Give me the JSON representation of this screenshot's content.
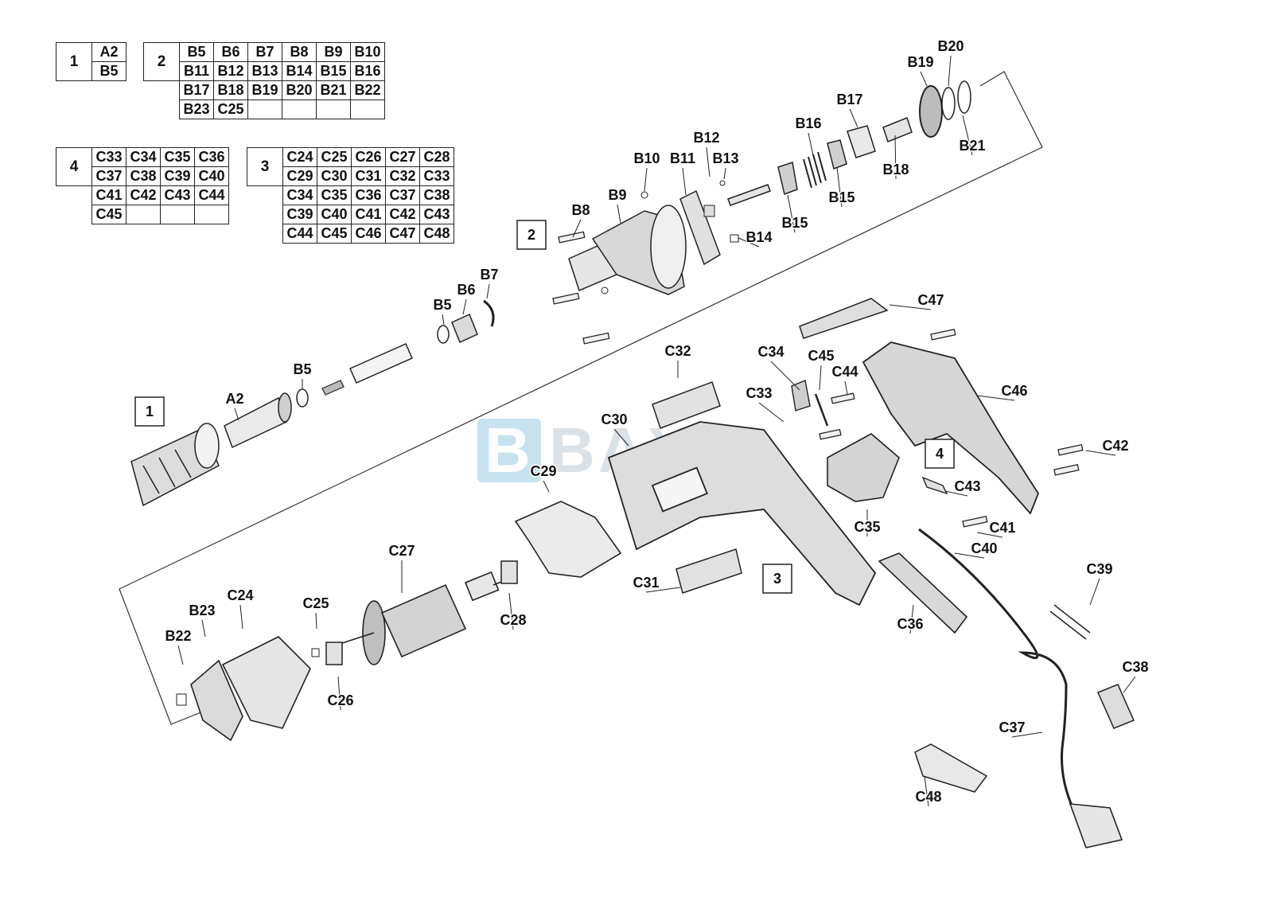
{
  "watermark": {
    "mark": "B",
    "text": "BAXPL"
  },
  "groups": [
    {
      "id": "1",
      "rows": [
        [
          "A2"
        ],
        [
          "B5"
        ]
      ]
    },
    {
      "id": "2",
      "rows": [
        [
          "B5",
          "B6",
          "B7",
          "B8",
          "B9",
          "B10"
        ],
        [
          "B11",
          "B12",
          "B13",
          "B14",
          "B15",
          "B16"
        ],
        [
          "B17",
          "B18",
          "B19",
          "B20",
          "B21",
          "B22"
        ],
        [
          "B23",
          "C25",
          "",
          "",
          "",
          ""
        ]
      ]
    },
    {
      "id": "4",
      "rows": [
        [
          "C33",
          "C34",
          "C35",
          "C36"
        ],
        [
          "C37",
          "C38",
          "C39",
          "C40"
        ],
        [
          "C41",
          "C42",
          "C43",
          "C44"
        ],
        [
          "C45",
          "",
          "",
          ""
        ]
      ]
    },
    {
      "id": "3",
      "rows": [
        [
          "C24",
          "C25",
          "C26",
          "C27",
          "C28"
        ],
        [
          "C29",
          "C30",
          "C31",
          "C32",
          "C33"
        ],
        [
          "C34",
          "C35",
          "C36",
          "C37",
          "C38"
        ],
        [
          "C39",
          "C40",
          "C41",
          "C42",
          "C43"
        ],
        [
          "C44",
          "C45",
          "C46",
          "C47",
          "C48"
        ]
      ]
    }
  ],
  "boxed_labels": [
    "1",
    "2",
    "3",
    "4"
  ],
  "part_labels": [
    "B20",
    "B19",
    "B21",
    "B17",
    "B16",
    "B18",
    "B15",
    "B15",
    "B12",
    "B10",
    "B11",
    "B13",
    "B14",
    "B9",
    "B8",
    "B7",
    "B6",
    "B5",
    "B5",
    "A2",
    "C47",
    "C32",
    "C34",
    "C45",
    "C44",
    "C33",
    "C46",
    "C30",
    "C29",
    "C42",
    "C43",
    "C35",
    "C41",
    "C40",
    "C27",
    "C31",
    "C36",
    "C39",
    "C24",
    "B23",
    "C25",
    "B22",
    "C28",
    "C26",
    "C38",
    "C37",
    "C48"
  ]
}
